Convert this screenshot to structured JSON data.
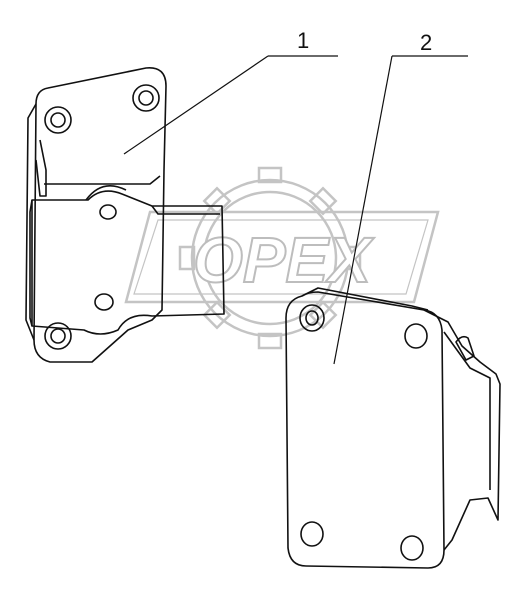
{
  "callouts": [
    {
      "number": "1"
    },
    {
      "number": "2"
    }
  ],
  "watermark": {
    "text": "OPEX"
  },
  "colors": {
    "line": "#111111",
    "watermark": "#c8c8c8",
    "background": "#ffffff"
  }
}
